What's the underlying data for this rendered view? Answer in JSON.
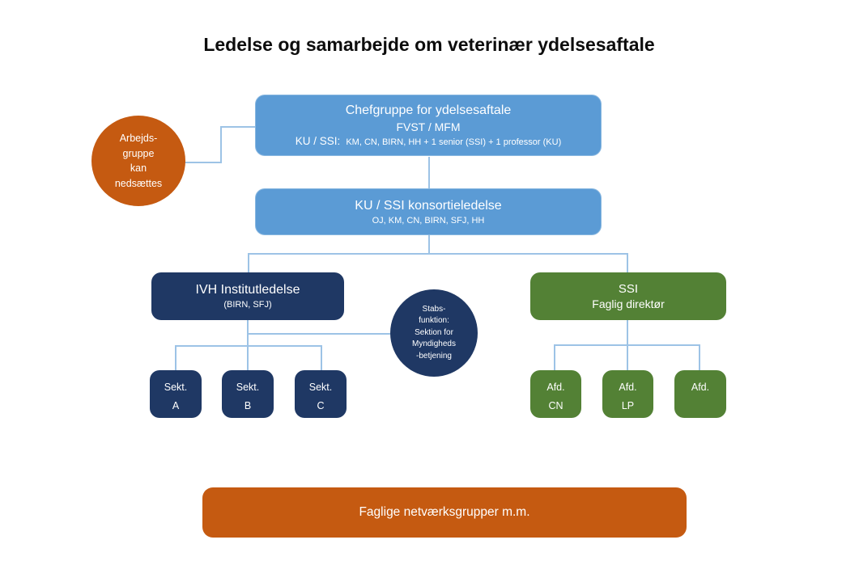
{
  "title": "Ledelse og samarbejde om veterinær ydelsesaftale",
  "colors": {
    "blue": "#5B9BD5",
    "navy": "#1F3864",
    "green": "#538135",
    "orange": "#C55A11",
    "connector": "#9DC3E6"
  },
  "nodes": {
    "arbejdsgruppe_circle": {
      "lines": [
        "Arbejds-",
        "gruppe",
        "kan",
        "nedsættes"
      ]
    },
    "chefgruppe": {
      "line1": "Chefgruppe for ydelsesaftale",
      "line2": "FVST / MFM",
      "line3_prefix": "KU / SSI:",
      "line3_rest": "KM, CN, BIRN, HH + 1 senior (SSI) + 1 professor (KU)"
    },
    "konsortieledelse": {
      "line1": "KU / SSI konsortieledelse",
      "line2": "OJ, KM, CN, BIRN, SFJ, HH"
    },
    "ivh": {
      "line1": "IVH Institutledelse",
      "line2": "(BIRN, SFJ)"
    },
    "ssi": {
      "line1": "SSI",
      "line2": "Faglig direktør"
    },
    "stabsfunktion_circle": {
      "lines": [
        "Stabs-",
        "funktion:",
        "Sektion for",
        "Myndigheds",
        "-betjening"
      ]
    },
    "sekt_a": {
      "line1": "Sekt.",
      "line2": "A"
    },
    "sekt_b": {
      "line1": "Sekt.",
      "line2": "B"
    },
    "sekt_c": {
      "line1": "Sekt.",
      "line2": "C"
    },
    "afd_cn": {
      "line1": "Afd.",
      "line2": "CN"
    },
    "afd_lp": {
      "line1": "Afd.",
      "line2": "LP"
    },
    "afd_3": {
      "line1": "Afd."
    },
    "netvaerksgrupper": {
      "label": "Faglige netværksgrupper m.m."
    }
  }
}
